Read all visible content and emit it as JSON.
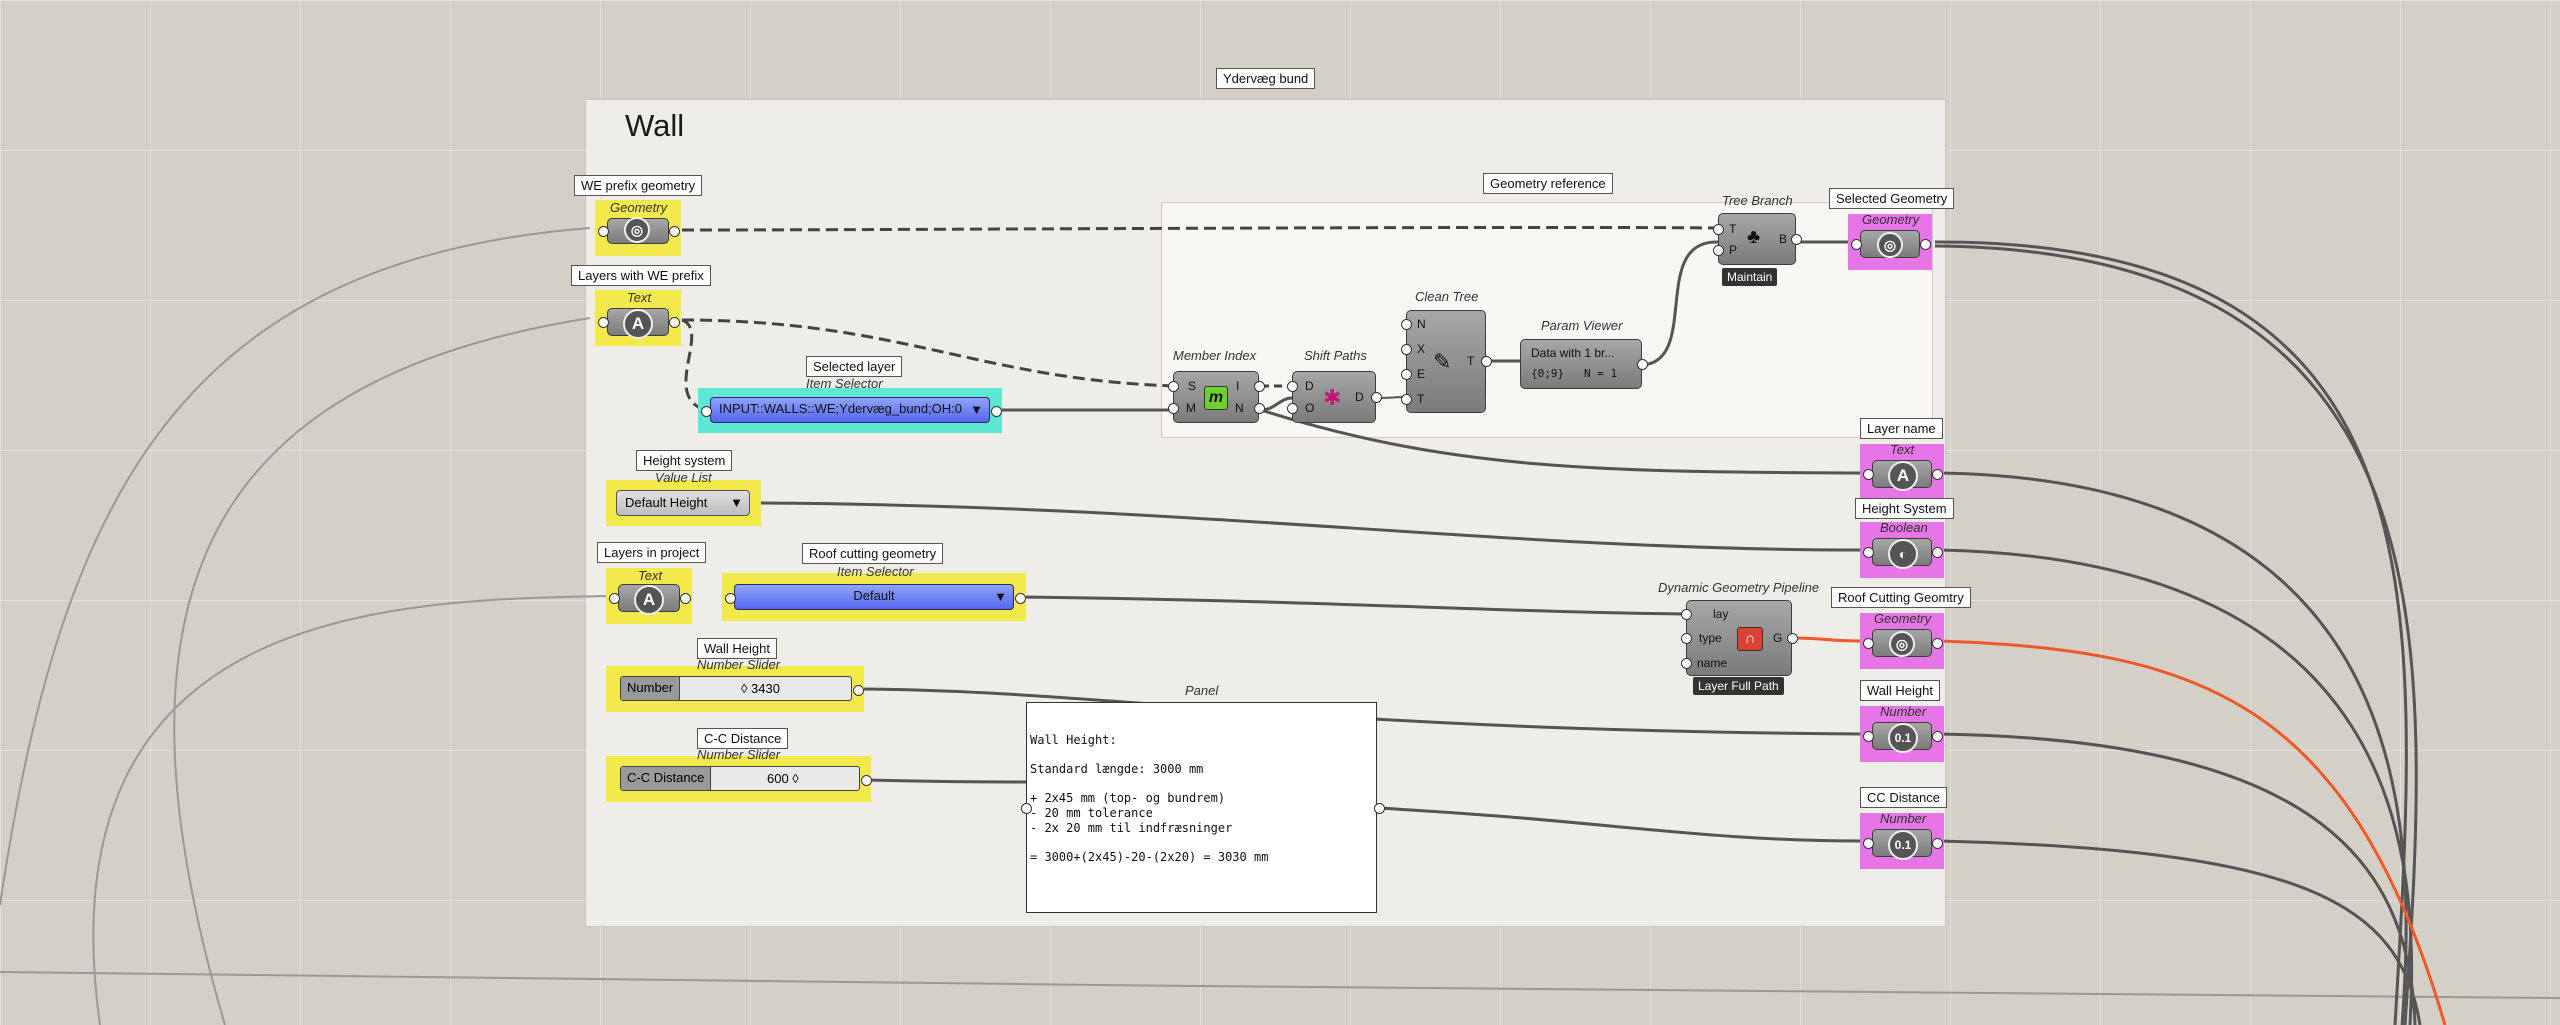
{
  "group": {
    "title": "Wall",
    "label": "Ydervæg bund"
  },
  "subgroup": {
    "label": "Geometry reference"
  },
  "inputs": {
    "we_prefix": {
      "label": "WE prefix geometry",
      "type": "Geometry"
    },
    "layers_we": {
      "label": "Layers with WE prefix",
      "type": "Text",
      "icon_text": "A"
    },
    "selected_layer": {
      "label": "Selected layer",
      "type": "Item Selector",
      "value": "INPUT::WALLS::WE;Ydervæg_bund;OH:0"
    },
    "height_system": {
      "label": "Height system",
      "type": "Value List",
      "value": "Default Height"
    },
    "layers_in_project": {
      "label": "Layers in project",
      "type": "Text",
      "icon_text": "A"
    },
    "roof_cutting": {
      "label": "Roof cutting geometry",
      "type": "Item Selector",
      "value": "Default"
    },
    "wall_height": {
      "label": "Wall Height",
      "type": "Number Slider",
      "name": "Number",
      "value": "◊ 3430"
    },
    "cc_distance": {
      "label": "C-C Distance",
      "type": "Number Slider",
      "name": "C-C Distance",
      "value": "600 ◊"
    }
  },
  "components": {
    "member_index": {
      "title": "Member Index",
      "ports_in": [
        "S",
        "M"
      ],
      "ports_out": [
        "I",
        "N"
      ],
      "icon": "m-icon"
    },
    "shift_paths": {
      "title": "Shift Paths",
      "ports_in": [
        "D",
        "O"
      ],
      "ports_out": [
        "D"
      ],
      "icon": "shift-icon"
    },
    "clean_tree": {
      "title": "Clean Tree",
      "ports_in": [
        "N",
        "X",
        "E",
        "T"
      ],
      "ports_out": [
        "T"
      ],
      "icon": "brush-icon"
    },
    "param_viewer": {
      "title": "Param Viewer",
      "line1": "Data with 1 br...",
      "line2": "{0;9}   N = 1"
    },
    "tree_branch": {
      "title": "Tree Branch",
      "ports_in": [
        "T",
        "P"
      ],
      "ports_out": [
        "B"
      ],
      "tag": "Maintain"
    },
    "dgp": {
      "title": "Dynamic Geometry Pipeline",
      "ports_in": [
        "lay",
        "type",
        "name"
      ],
      "ports_out": [
        "G"
      ],
      "tag": "Layer Full Path"
    },
    "panel": {
      "title": "Panel",
      "text": "Wall Height:\n\nStandard længde: 3000 mm\n\n+ 2x45 mm (top- og bundrem)\n- 20 mm tolerance\n- 2x 20 mm til indfræsninger\n\n= 3000+(2x45)-20-(2x20) = 3030 mm"
    }
  },
  "outputs": {
    "selected_geometry": {
      "label": "Selected Geometry",
      "type": "Geometry"
    },
    "layer_name": {
      "label": "Layer name",
      "type": "Text",
      "icon_text": "A"
    },
    "height_system": {
      "label": "Height System",
      "type": "Boolean"
    },
    "roof_cutting": {
      "label": "Roof Cutting Geomtry",
      "type": "Geometry"
    },
    "wall_height": {
      "label": "Wall Height",
      "type": "Number",
      "icon_text": "0.1"
    },
    "cc_distance": {
      "label": "CC Distance",
      "type": "Number",
      "icon_text": "0.1"
    }
  },
  "colors": {
    "canvas": "#d4d0c8",
    "input_highlight": "#f2ea4d",
    "selected_highlight": "#5de8d6",
    "output_highlight": "#e675e6",
    "wire": "#555555",
    "error_wire": "#f05a28"
  }
}
